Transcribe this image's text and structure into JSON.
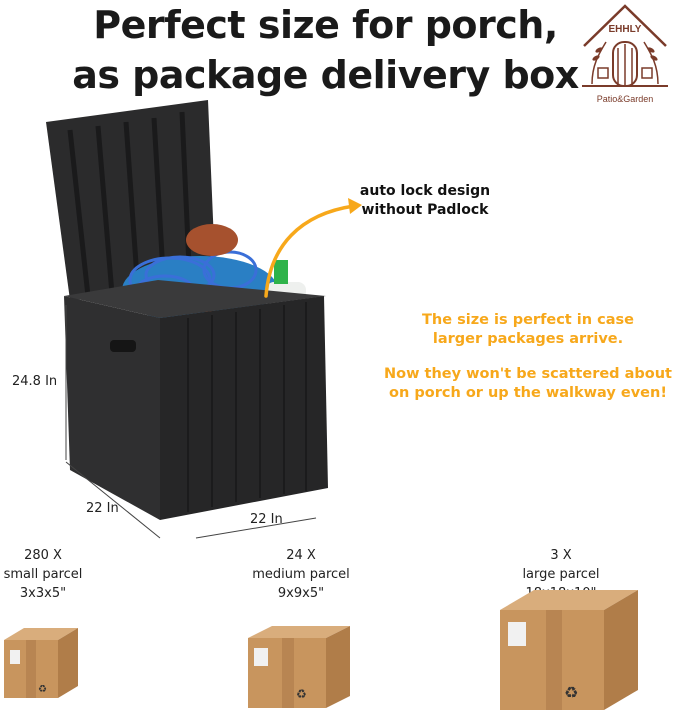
{
  "heading": {
    "line1": "Perfect size for porch,",
    "line2": "as package delivery box"
  },
  "logo": {
    "brand": "EHHLY",
    "tagline": "Patio&Garden"
  },
  "callout": {
    "line1": "auto lock design",
    "line2": "without Padlock"
  },
  "info": {
    "line1": "The size is perfect in case",
    "line2": "larger packages arrive.",
    "line3": "Now they won't be scattered about",
    "line4": "on porch or up the walkway even!",
    "accent_color": "#f7a81b"
  },
  "dimensions": {
    "height": "24.8 In",
    "depth": "22 In",
    "width": "22 In"
  },
  "parcels": [
    {
      "count": "280 X",
      "name": "small parcel",
      "size": "3x3x5\""
    },
    {
      "count": "24 X",
      "name": "medium parcel",
      "size": "9x9x5\""
    },
    {
      "count": "3 X",
      "name": "large parcel",
      "size": "18x18x10\""
    }
  ]
}
